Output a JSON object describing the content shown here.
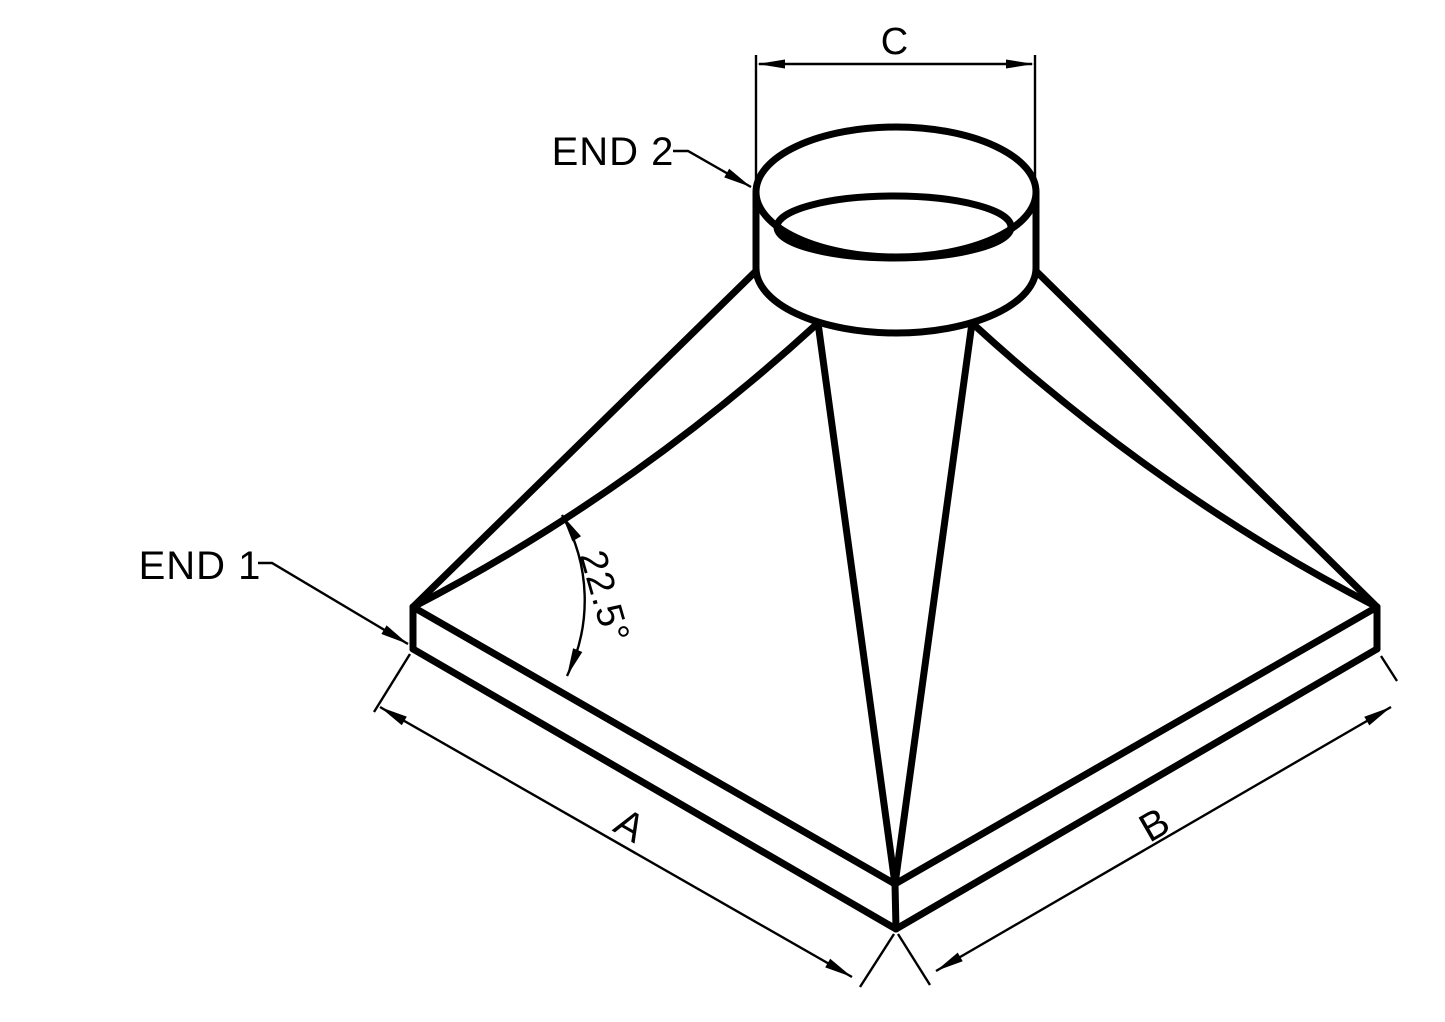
{
  "drawing": {
    "type": "technical-drawing",
    "subject": "square-to-round transition fitting, isometric line view",
    "labels": {
      "end1": "END 1",
      "end2": "END 2",
      "dim_a": "A",
      "dim_b": "B",
      "dim_c": "C",
      "angle": "22.5°"
    },
    "colors": {
      "line": "#000000",
      "background": "#ffffff"
    }
  }
}
